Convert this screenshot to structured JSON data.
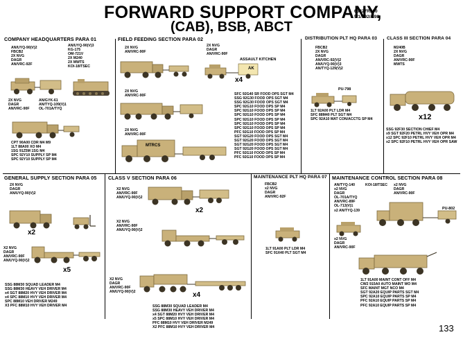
{
  "title": {
    "line1": "FORWARD SUPPORT COMPANY,",
    "line2": "(CAB), BSB, ABCT",
    "code": [
      "63327R300",
      "5/1/192//198"
    ]
  },
  "page_number": "133",
  "colors": {
    "vehicle_tan": "#c9b17a",
    "vehicle_dark": "#7d6a3e",
    "line": "#000000"
  },
  "sections": {
    "company_hq": {
      "header": "COMPANY HEADQUARTERS   PARA 01",
      "lists": [
        [
          "AN/UYQ-90(V)2",
          "FBCB2",
          "2X NVG",
          "DAGR",
          "AN/VRC-92F"
        ],
        [
          "AN/UYQ-90(V)3",
          "KG-175",
          "OM-721V",
          "2X M240",
          "2X MWTS",
          "KOI-18/TSEC"
        ],
        [
          "2X NVG",
          "DAGR",
          "AN/VRC-90F"
        ],
        [
          "AN/GYK-61",
          "AN/TYQ-109(V)1",
          "OL-701A/TYQ"
        ],
        [
          "CPT 90A00 CDR M4 M9",
          "1LT 88A00 XO M4",
          "1SG 91Z5M 1SG M4",
          "SPC 92Y10 SUPPLY SP M4",
          "SPC 92Y10 SUPPLY SP M4"
        ]
      ]
    },
    "field_feeding": {
      "header": "FIELD FEEDING SECTION   PARA 02",
      "lists": [
        [
          "2X NVG",
          "AN/VRC-90F"
        ],
        [
          "2X NVG",
          "DAGR",
          "AN/VRC-90F"
        ],
        [
          "2X NVG",
          "AN/VRC-90F"
        ],
        [
          "2X NVG",
          "AN/VRC-90F"
        ],
        [
          "SFC 92G40 SR FOOD OPS SGT M4",
          "SSG 92G30 FOOD OPS SGT M4",
          "SSG 92G30 FOOD OPS SGT M4",
          "SPC 92G10 FOOD OPS SP M4",
          "SPC 92G10 FOOD OPS SP M4",
          "SPC 92G10 FOOD OPS SP M4",
          "SPC 92G10 FOOD OPS SP M4",
          "SPC 92G10 FOOD OPS SP M4",
          "SPC 92G10 FOOD OPS SP M4",
          "PFC 92G10 FOOD OPS SP M4",
          "SGT 92G20 FOOD OPS SGT M4",
          "SGT 92G20 FOOD OPS SGT M4",
          "SGT 92G20 FOOD OPS SGT M4",
          "SGT 92G20 FOOD OPS SGT M4",
          "PFC 92G10 FOOD OPS SP M4",
          "PFC 92G10 FOOD OPS SP M4"
        ]
      ],
      "kitchen_label": "ASSAULT KITCHEN",
      "kitchen_box": "AK",
      "kitchen_mult": "x4",
      "mtrcs_label": "MTRCS"
    },
    "distribution": {
      "header": "DISTRIBUTION PLT HQ  PARA 03",
      "lists": [
        [
          "FBCB2",
          "2X NVG",
          "DAGR",
          "AN/VRC-92(V)2",
          "AN/UYQ-90(V)3",
          "AN/TYQ-129(V)2"
        ],
        [
          "1LT 92A00 PLT LDR M4",
          "SFC 88M40 PLT SGT M4",
          "SPC 92A10 MAT CON/ACCTG SP M4"
        ]
      ],
      "pu_label": "PU-798"
    },
    "class_iii": {
      "header": "CLASS III SECTION  PARA 04",
      "lists": [
        [
          "M240B",
          "2X NVG",
          "DAGR",
          "AN/VRC-90F",
          "MWTS"
        ],
        [
          "SSG 92F30 SECTION CHIEF M4",
          "x9 SGT 92F20 PETRL HVY VEH OPR M4",
          "x12 SPC 92F10 PETRL HVY VEH OPR M4",
          "x2 SPC 92F10 PETRL HVY VEH OPR SAW"
        ]
      ],
      "mult": "x12"
    },
    "general_supply": {
      "header": "GENERAL SUPPLY SECTION  PARA 05",
      "lists": [
        [
          "2X NVG",
          "DAGR",
          "AN/UYQ-90(V)2"
        ],
        [
          "X2 NVG",
          "DAGR",
          "AN/VRC-90F",
          "AN/UYQ-90(V)2"
        ],
        [
          "SSG 88M30 SQUAD LEADER M4",
          "SSG 88M30 HEAVY VEH DRIVER M4",
          "x4 SGT 88M20 HVY VEH DRIVER M4",
          "x4 SPC 88M10 HVY VEH DRIVER M4",
          "SPC 88M10 VEH DRIVER M249",
          "X3 PFC 88M10 HVY VEH DRIVER M4"
        ]
      ],
      "mult_top": "x2",
      "mult_bottom": "x5"
    },
    "class_v": {
      "header": "CLASS V SECTION  PARA 06",
      "lists": [
        [
          "X2 NVG",
          "AN/VRC-90F",
          "AN/UYQ-90(V)2"
        ],
        [
          "X2 NVG",
          "AN/VRC-90F",
          "AN/UYQ-90(V)2"
        ],
        [
          "X2 NVG",
          "DAGR",
          "AN/VRC-90F",
          "AN/UYQ-90(V)2"
        ],
        [
          "SSG 88M30 SQUAD LEADER M4",
          "SSG 88M30 HEAVY VEH DRIVER M4",
          "x4 SGT 88M20 HVY VEH DRIVER M4",
          "x5 SPC 88M10 HVY VEH DRIVER M4",
          "PFC 88M10 HVY VEH DRIVER M249",
          "X2 PFC 88M10 HVY VEH DRIVER M4"
        ]
      ],
      "mult_top": "x2",
      "mult_bottom": "x4"
    },
    "maint_plt_hq": {
      "header": "MAINTENANCE PLT HQ  PARA 07",
      "lists": [
        [
          "FBCB2",
          "x2 NVG",
          "DAGR",
          "AN/VRC-92F"
        ],
        [
          "1LT 91A00 PLT LDR M4",
          "SFC 91X40 PLT SGT M4"
        ]
      ]
    },
    "maint_control": {
      "header": "MAINTENANCE CONTROL SECTION  PARA 08",
      "lists": [
        [
          "AN/TYQ-140",
          "x2 NVG",
          "DAGR",
          "OL-701A/TYQ",
          "AN/VRC-89F",
          "OL-713(V)1",
          "x2 AN/TYQ-139"
        ],
        [
          "KOI-18/TSEC"
        ],
        [
          "x2 NVG",
          "DAGR",
          "AN/VRC-90F"
        ],
        [
          "x2 NVG",
          "DAGR",
          "AN/VRC-90F"
        ],
        [
          "1LT 91A00 MAINT CONT OFF M4",
          "CW2 915A0 AUTO MAINT WO M4",
          "SFC MAINT MGT NCO M4",
          "SGT 92A20 EQUIP PARTS SGT M4",
          "SPC 92A10 EQUIP PARTS SP M4",
          "PFC 92A10 EQUIP PARTS SP M4",
          "PFC 92A10 EQUIP PARTS SP M4"
        ]
      ],
      "pu_label": "PU-802"
    }
  }
}
